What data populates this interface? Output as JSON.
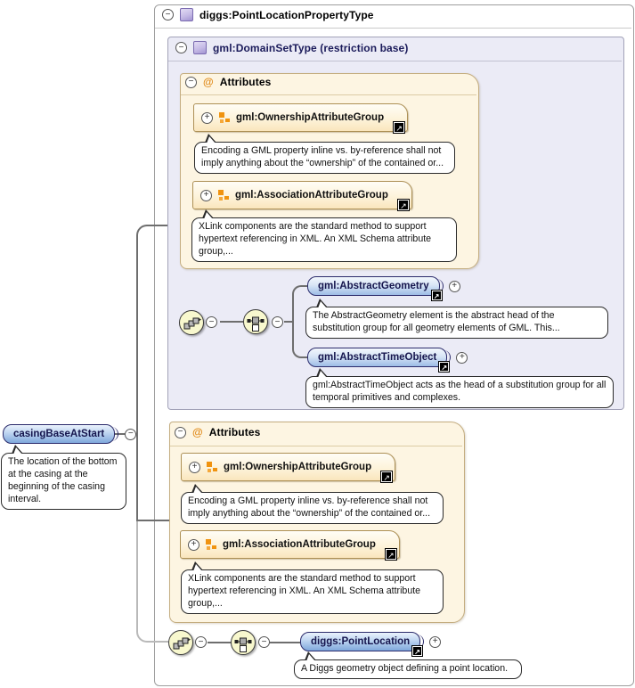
{
  "root_type": {
    "title": "diggs:PointLocationPropertyType"
  },
  "base_type": {
    "title": "gml:DomainSetType (restriction base)"
  },
  "attributes_base": {
    "title": "Attributes",
    "groups": [
      {
        "name": "gml:OwnershipAttributeGroup",
        "doc": "Encoding a GML property inline vs. by-reference shall not imply anything about the “ownership” of the contained or..."
      },
      {
        "name": "gml:AssociationAttributeGroup",
        "doc": "XLink components are the standard method to support hypertext referencing in XML. An XML Schema attribute group,..."
      }
    ]
  },
  "base_content": {
    "elements": [
      {
        "name": "gml:AbstractGeometry",
        "doc": "The AbstractGeometry element is the abstract head of the substitution group for all geometry elements of GML. This..."
      },
      {
        "name": "gml:AbstractTimeObject",
        "doc": "gml:AbstractTimeObject acts as the head of a substitution group for all temporal primitives and complexes."
      }
    ]
  },
  "attributes_derived": {
    "title": "Attributes",
    "groups": [
      {
        "name": "gml:OwnershipAttributeGroup",
        "doc": "Encoding a GML property inline vs. by-reference shall not imply anything about the “ownership” of the contained or..."
      },
      {
        "name": "gml:AssociationAttributeGroup",
        "doc": "XLink components are the standard method to support hypertext referencing in XML. An XML Schema attribute group,..."
      }
    ]
  },
  "derived_content": {
    "elements": [
      {
        "name": "diggs:PointLocation",
        "doc": "A Diggs geometry object defining a point location."
      }
    ]
  },
  "main_element": {
    "name": "casingBaseAtStart",
    "doc": "The location of the bottom at the casing at the beginning of the casing interval."
  },
  "icons": {
    "collapse": "−",
    "expand": "+",
    "attributes_symbol": "@",
    "link_arrow": "↗"
  },
  "colors": {
    "element_fill_top": "#f2f7fd",
    "element_fill_bottom": "#9dbce6",
    "element_border": "#2b2b6b",
    "attribute_panel_bg": "#fdf5e2",
    "attribute_group_fill": "#fae6bd",
    "base_type_bg": "#ebebf6",
    "compositor_bg": "#f8f8ce",
    "attributes_symbol_color": "#e08c1e",
    "connector": "#6e6e6e"
  }
}
